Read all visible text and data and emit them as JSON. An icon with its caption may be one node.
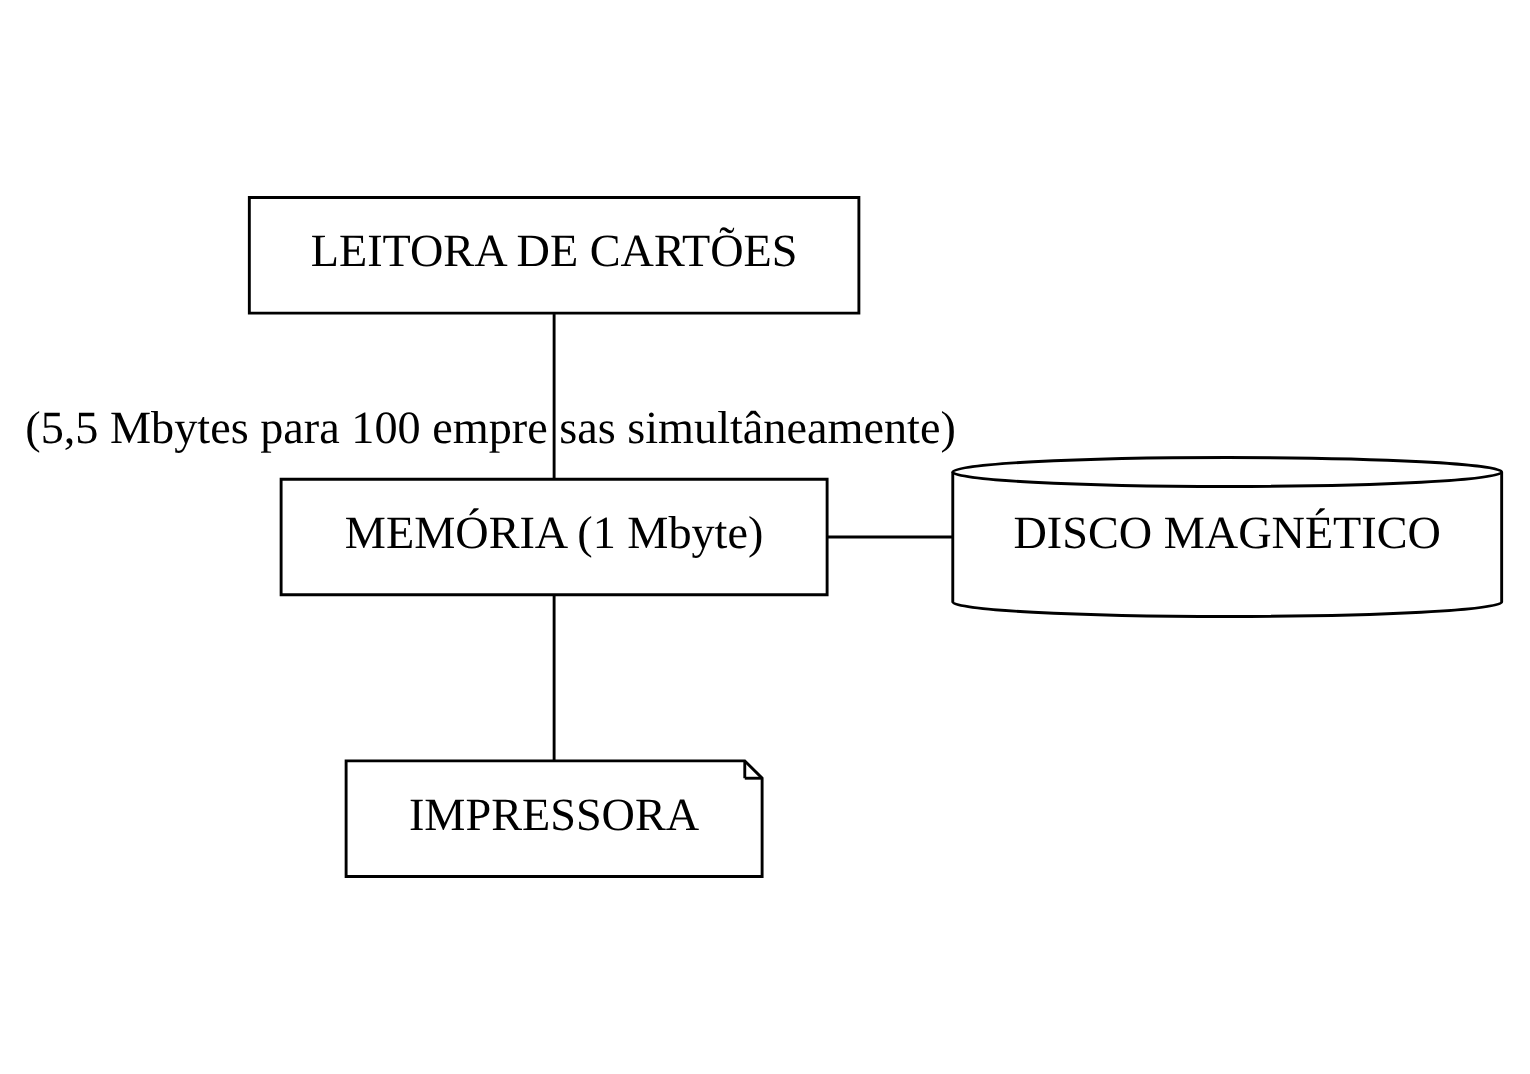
{
  "diagram": {
    "nodes": [
      {
        "text": [
          "LEITORA DE CARTÕES"
        ]
      },
      {
        "text": [
          "MEMÓRIA (1 Mbyte)"
        ]
      },
      {
        "text": [
          "DISCO MAGNÉTICO"
        ],
        "beside": [
          "(5,5 Mbytes para 100 empre sas simultâneamente)"
        ]
      },
      {
        "text": [
          "IMPRESSORA"
        ]
      }
    ],
    "edges": [
      {
        "from": 0,
        "to": 1,
        "arrow": "none"
      },
      {
        "from": 1,
        "to": 2,
        "arrow": "none"
      },
      {
        "from": 1,
        "to": 3,
        "arrow": "none"
      }
    ]
  }
}
